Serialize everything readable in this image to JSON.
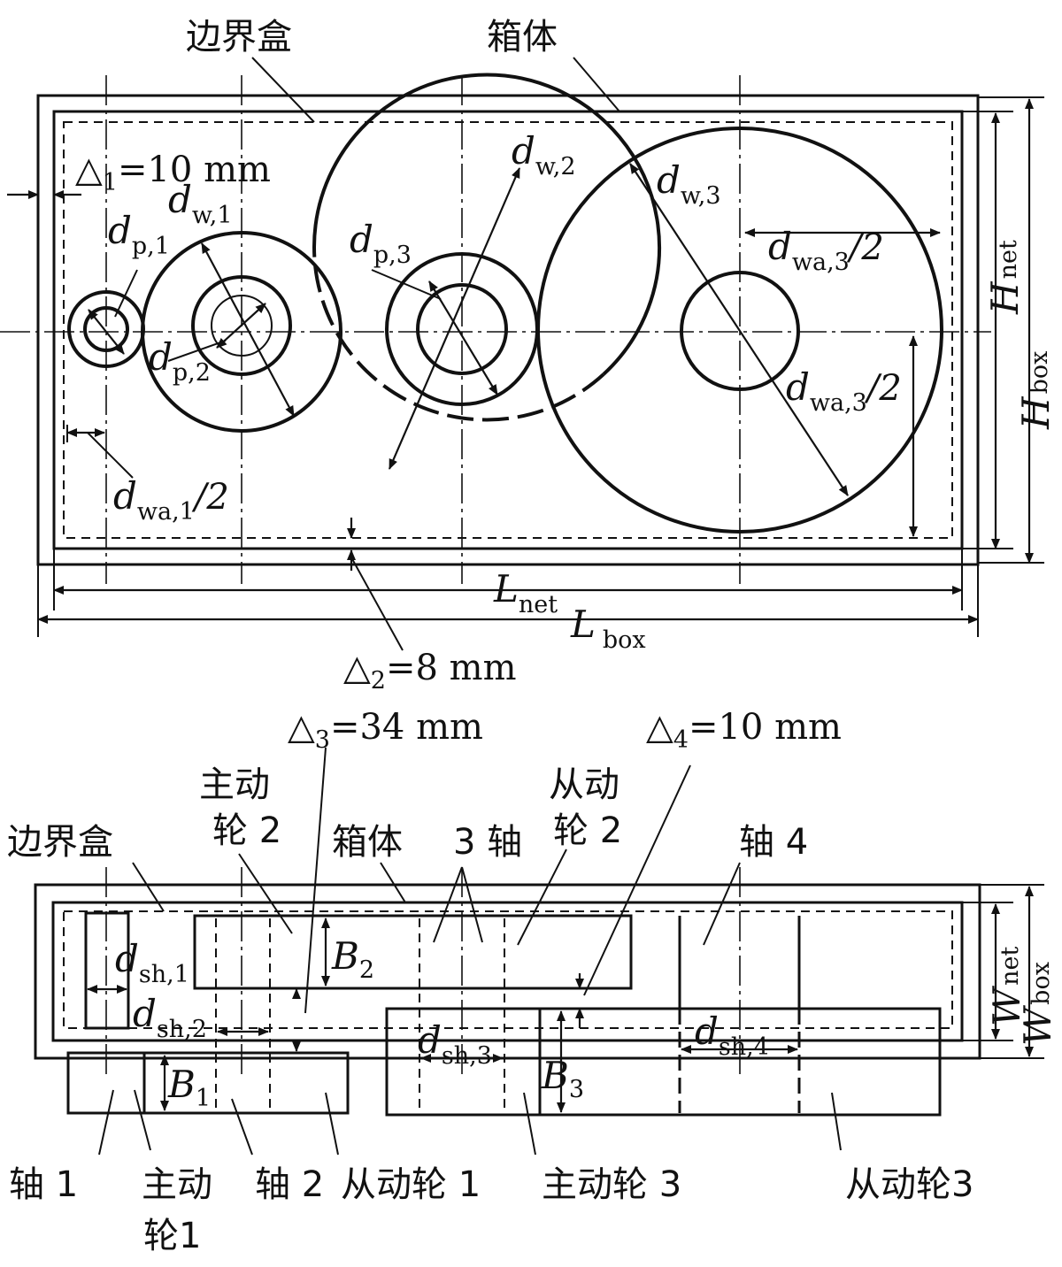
{
  "top_view": {
    "label_boundary_box": "边界盒",
    "label_housing": "箱体",
    "delta1": {
      "sym": "△",
      "sub": "1",
      "val": "=10 mm"
    },
    "delta2": {
      "sym": "△",
      "sub": "2",
      "val": "=8 mm"
    },
    "d_w1": {
      "main": "d",
      "sub": "w,1"
    },
    "d_p1": {
      "main": "d",
      "sub": "p,1"
    },
    "d_p2": {
      "main": "d",
      "sub": "p,2"
    },
    "d_w2": {
      "main": "d",
      "sub": "w,2"
    },
    "d_p3": {
      "main": "d",
      "sub": "p,3"
    },
    "d_w3": {
      "main": "d",
      "sub": "w,3"
    },
    "d_wa3_top": {
      "main": "d",
      "sub": "wa,3",
      "tail": "/2"
    },
    "d_wa3_right": {
      "main": "d",
      "sub": "wa,3",
      "tail": "/2"
    },
    "d_wa1": {
      "main": "d",
      "sub": "wa,1",
      "tail": "/2"
    },
    "H_net": {
      "main": "H",
      "sub": "net"
    },
    "H_box": {
      "main": "H",
      "sub": "box"
    },
    "L_net": {
      "main": "L",
      "sub": "net"
    },
    "L_box": {
      "main": "L",
      "sub": "box"
    }
  },
  "side_view": {
    "delta3": {
      "sym": "△",
      "sub": "3",
      "val": "=34 mm"
    },
    "delta4": {
      "sym": "△",
      "sub": "4",
      "val": "=10 mm"
    },
    "label_boundary_box": "边界盒",
    "label_driving_wheel_2_l1": "主动",
    "label_driving_wheel_2_l2": "轮 2",
    "label_housing": "箱体",
    "label_shaft_3": "3 轴",
    "label_driven_wheel_2_l1": "从动",
    "label_driven_wheel_2_l2": "轮 2",
    "label_shaft_4": "轴 4",
    "d_sh1": {
      "main": "d",
      "sub": "sh,1"
    },
    "d_sh2": {
      "main": "d",
      "sub": "sh,2"
    },
    "d_sh3": {
      "main": "d",
      "sub": "sh,3"
    },
    "d_sh4": {
      "main": "d",
      "sub": "sh,4"
    },
    "B1": {
      "main": "B",
      "sub": "1"
    },
    "B2": {
      "main": "B",
      "sub": "2"
    },
    "B3": {
      "main": "B",
      "sub": "3"
    },
    "W_net": {
      "main": "W",
      "sub": "net"
    },
    "W_box": {
      "main": "W",
      "sub": "box"
    },
    "label_shaft_1": "轴 1",
    "label_driving_wheel_1_l1": "主动",
    "label_driving_wheel_1_l2": "轮1",
    "label_shaft_2": "轴 2",
    "label_driven_wheel_1": "从动轮 1",
    "label_driving_wheel_3": "主动轮 3",
    "label_driven_wheel_3": "从动轮3"
  }
}
